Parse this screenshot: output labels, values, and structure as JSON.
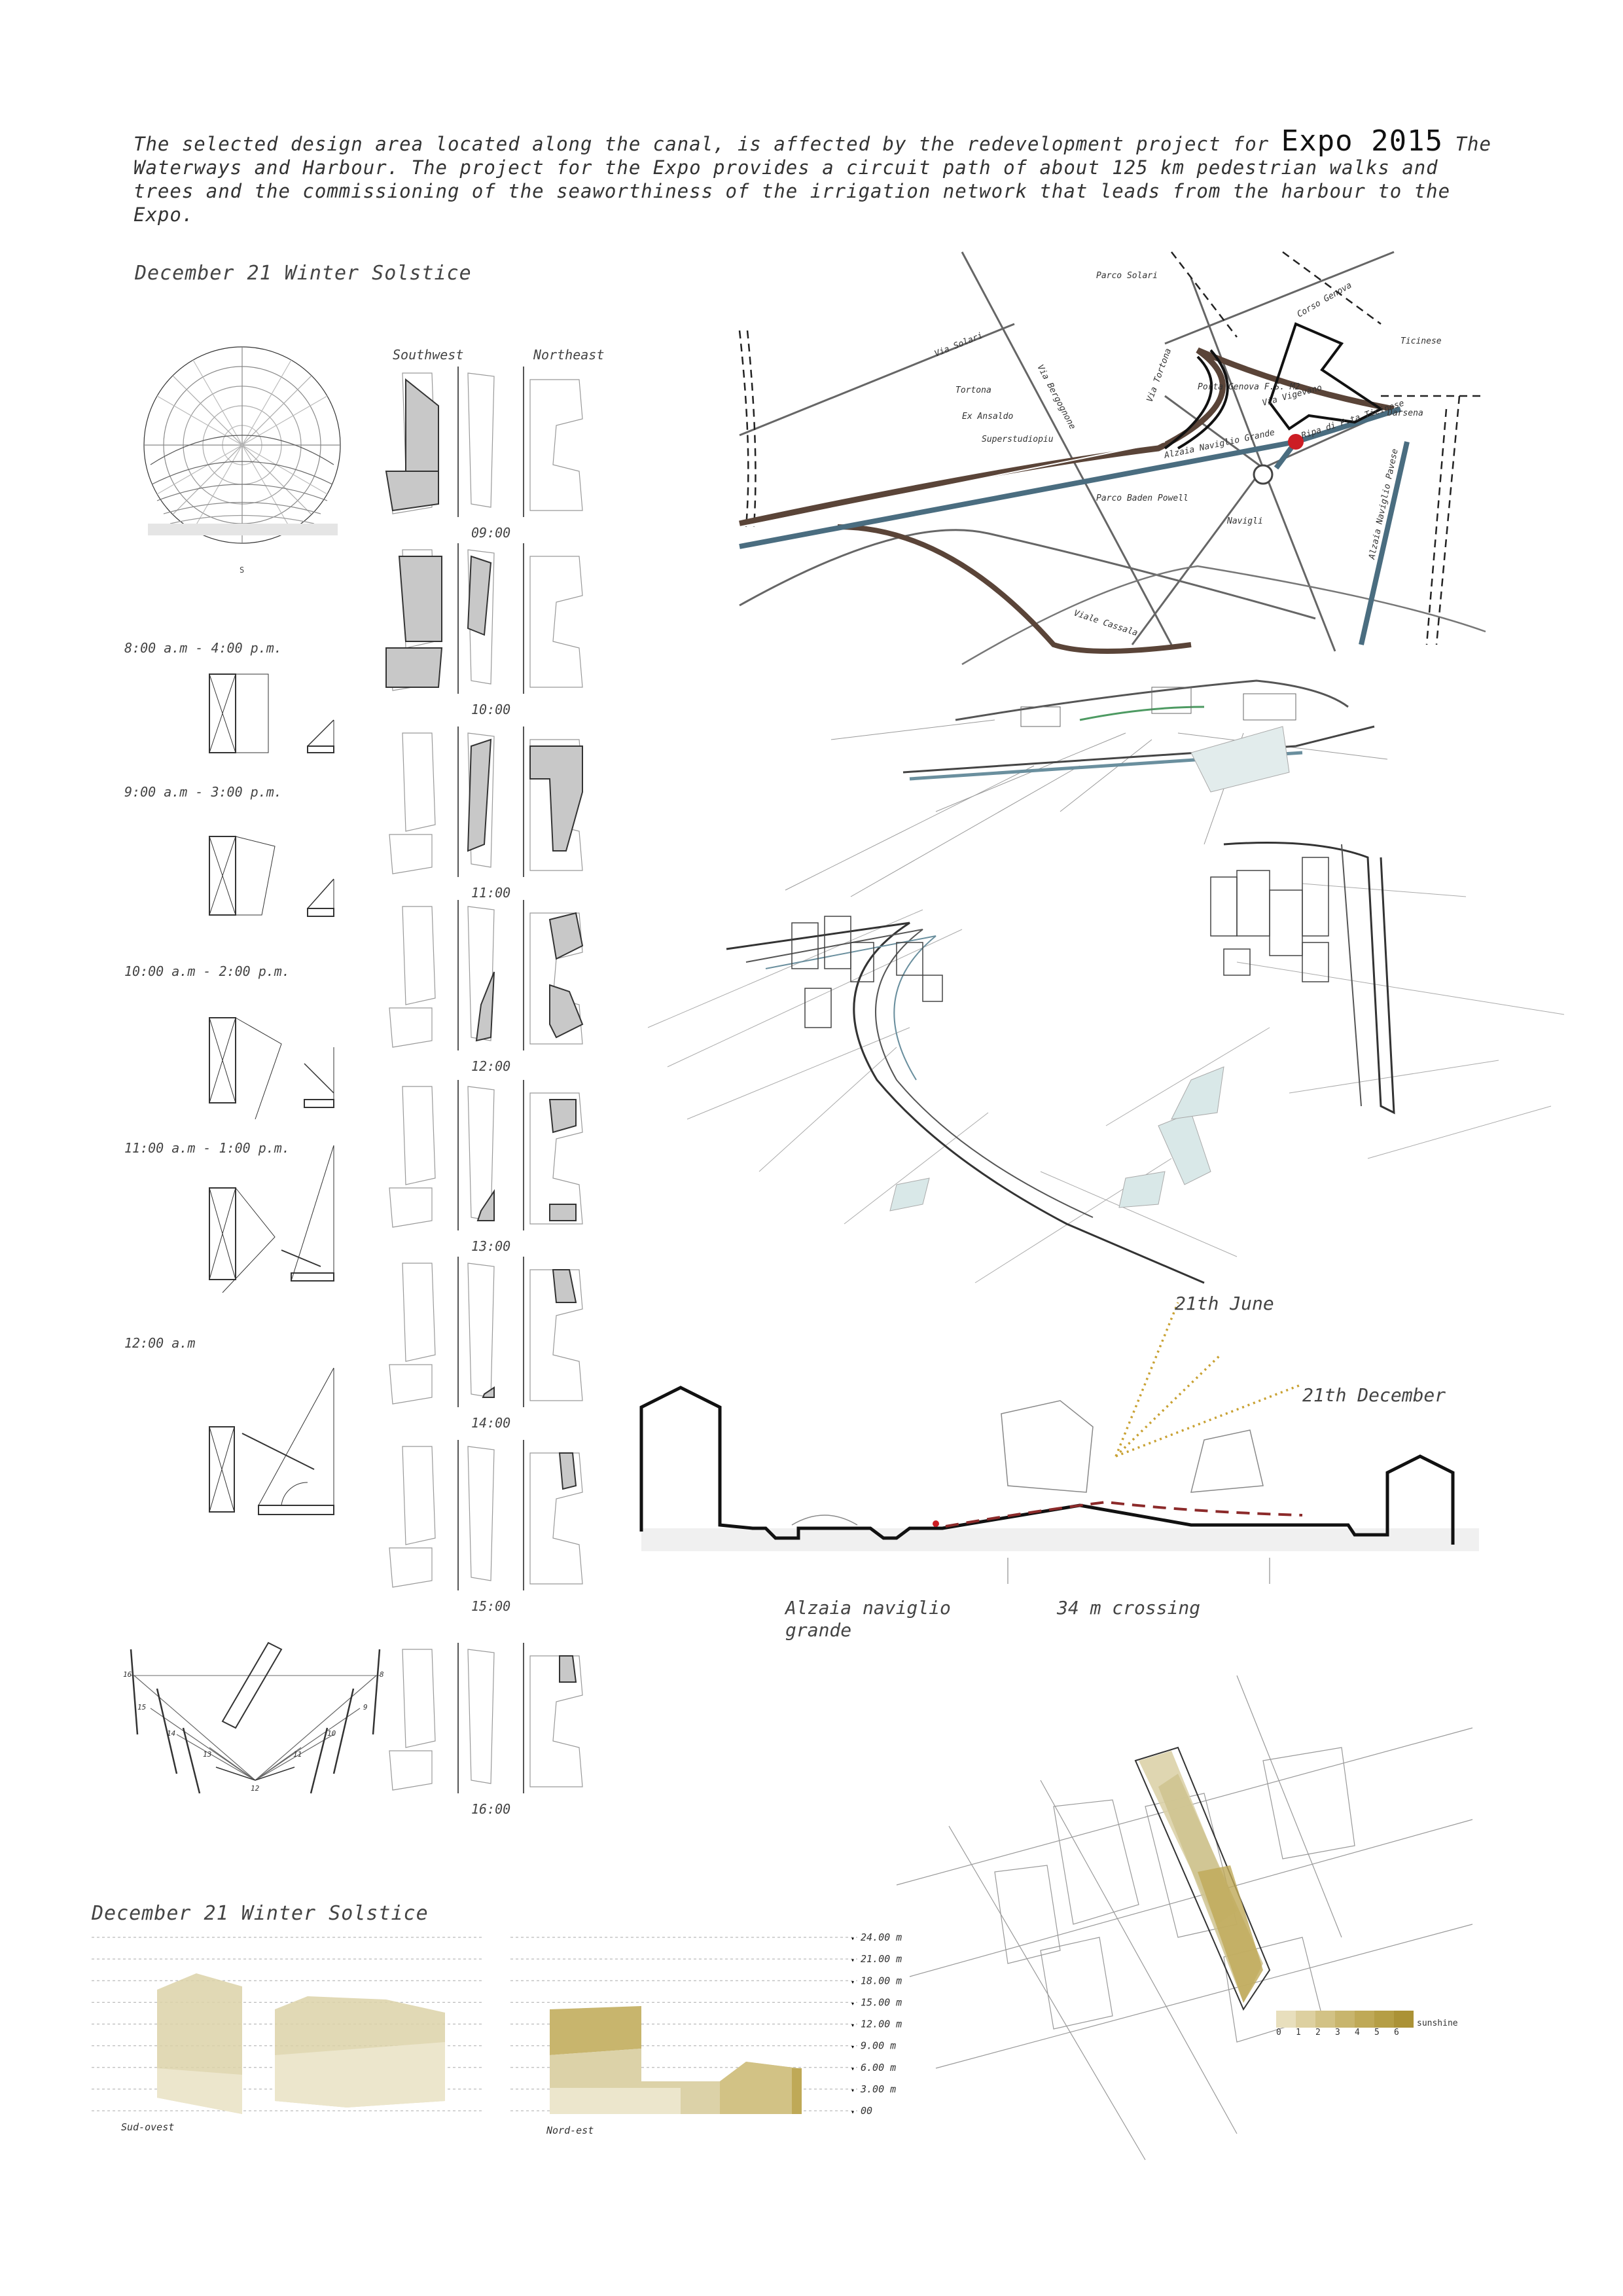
{
  "intro": {
    "part1": "The selected design area located along the canal, is affected by the redevelopment project for",
    "highlight": "Expo 2015",
    "part2": "The Waterways and Harbour. The project for the Expo provides a circuit path of about 125 km pedestrian walks and trees and the commissioning of the seaworthiness of the irrigation network that leads from the harbour to the Expo."
  },
  "solstice_title": "December 21 Winter Solstice",
  "columns": {
    "southwest": "Southwest",
    "northeast": "Northeast"
  },
  "intervals": [
    "8:00 a.m - 4:00 p.m.",
    "9:00 a.m - 3:00 p.m.",
    "10:00 a.m - 2:00 p.m.",
    "11:00 a.m - 1:00 p.m.",
    "12:00 a.m"
  ],
  "hours": [
    "09:00",
    "10:00",
    "11:00",
    "12:00",
    "13:00",
    "14:00",
    "15:00",
    "16:00"
  ],
  "sun_fan_labels": [
    "16",
    "15",
    "14",
    "13",
    "12",
    "11",
    "10",
    "9",
    "8"
  ],
  "map": {
    "labels": [
      "Parco Solari",
      "Corso Genova",
      "Ticinese",
      "Via Solari",
      "Via Bergognone",
      "Via Tortona",
      "Tortona",
      "Ex Ansaldo",
      "Superstudiopiu",
      "Porta Genova F.S. M2",
      "Via Vigevano",
      "Darsena",
      "Alzaia Naviglio Grande",
      "Ripa di P.ta Ticinese",
      "Parco Baden Powell",
      "Navigli",
      "Alzaia Naviglio Pavese",
      "Viale Cassala"
    ]
  },
  "section": {
    "june": "21th June",
    "december": "21th December",
    "left_label": "Alzaia naviglio grande",
    "crossing": "34 m crossing"
  },
  "bottom_title": "December 21 Winter Solstice",
  "elevation": {
    "heights": [
      "24.00 m",
      "21.00 m",
      "18.00 m",
      "15.00 m",
      "12.00 m",
      "9.00 m",
      "6.00 m",
      "3.00 m",
      "00"
    ],
    "left_label": "Sud-ovest",
    "right_label": "Nord-est"
  },
  "legend": {
    "ticks": [
      "0",
      "1",
      "2",
      "3",
      "4",
      "5",
      "6"
    ],
    "label": "sunshine",
    "colors": [
      "#e8dfbd",
      "#ddd0a0",
      "#d2c285",
      "#c8b56d",
      "#bfa957",
      "#b59e45",
      "#ab9236"
    ]
  },
  "colors": {
    "canal_blue": "#4a6d80",
    "rail_brown": "#5a4438",
    "marker_red": "#cc1d24",
    "sun_dots": "#c9a234",
    "path_red": "#8c2a2a",
    "shadow_grey": "#c8c8c8",
    "shade_khaki": "#cfc38f"
  }
}
